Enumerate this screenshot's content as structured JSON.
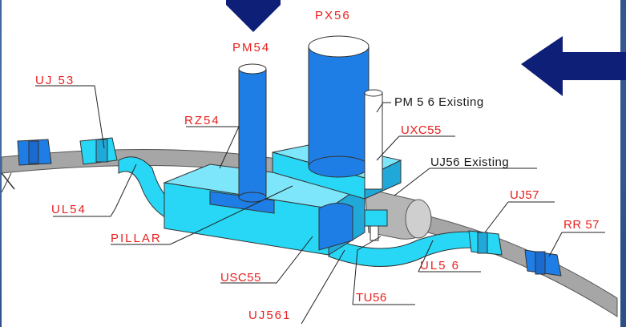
{
  "diagram": {
    "colors": {
      "slide_background": "#3a5f9a",
      "panel_background": "#ffffff",
      "cavern_fill": "#27d7f5",
      "cavern_shade": "#1fa8d8",
      "shaft_fill": "#1e7ee6",
      "tunnel_gray": "#9c9c9c",
      "label_red": "#e8201e",
      "label_black": "#1a1a1a",
      "arrow_navy": "#0e1f78"
    },
    "labels": {
      "px56": "PX56",
      "pm54": "PM54",
      "uj53": "UJ 53",
      "pm56_existing": "PM 5 6 Existing",
      "rz54": "RZ54",
      "uxc55": "UXC55",
      "uj56_existing": "UJ56 Existing",
      "ul54": "UL54",
      "uj57": "UJ57",
      "rr57": "RR 57",
      "pillar": "PILLAR",
      "ul56": "UL5 6",
      "usc55": "USC55",
      "tu56": "TU56",
      "uj561": "UJ561"
    },
    "icons": [
      "down-arrow-icon",
      "left-arrow-icon"
    ]
  }
}
